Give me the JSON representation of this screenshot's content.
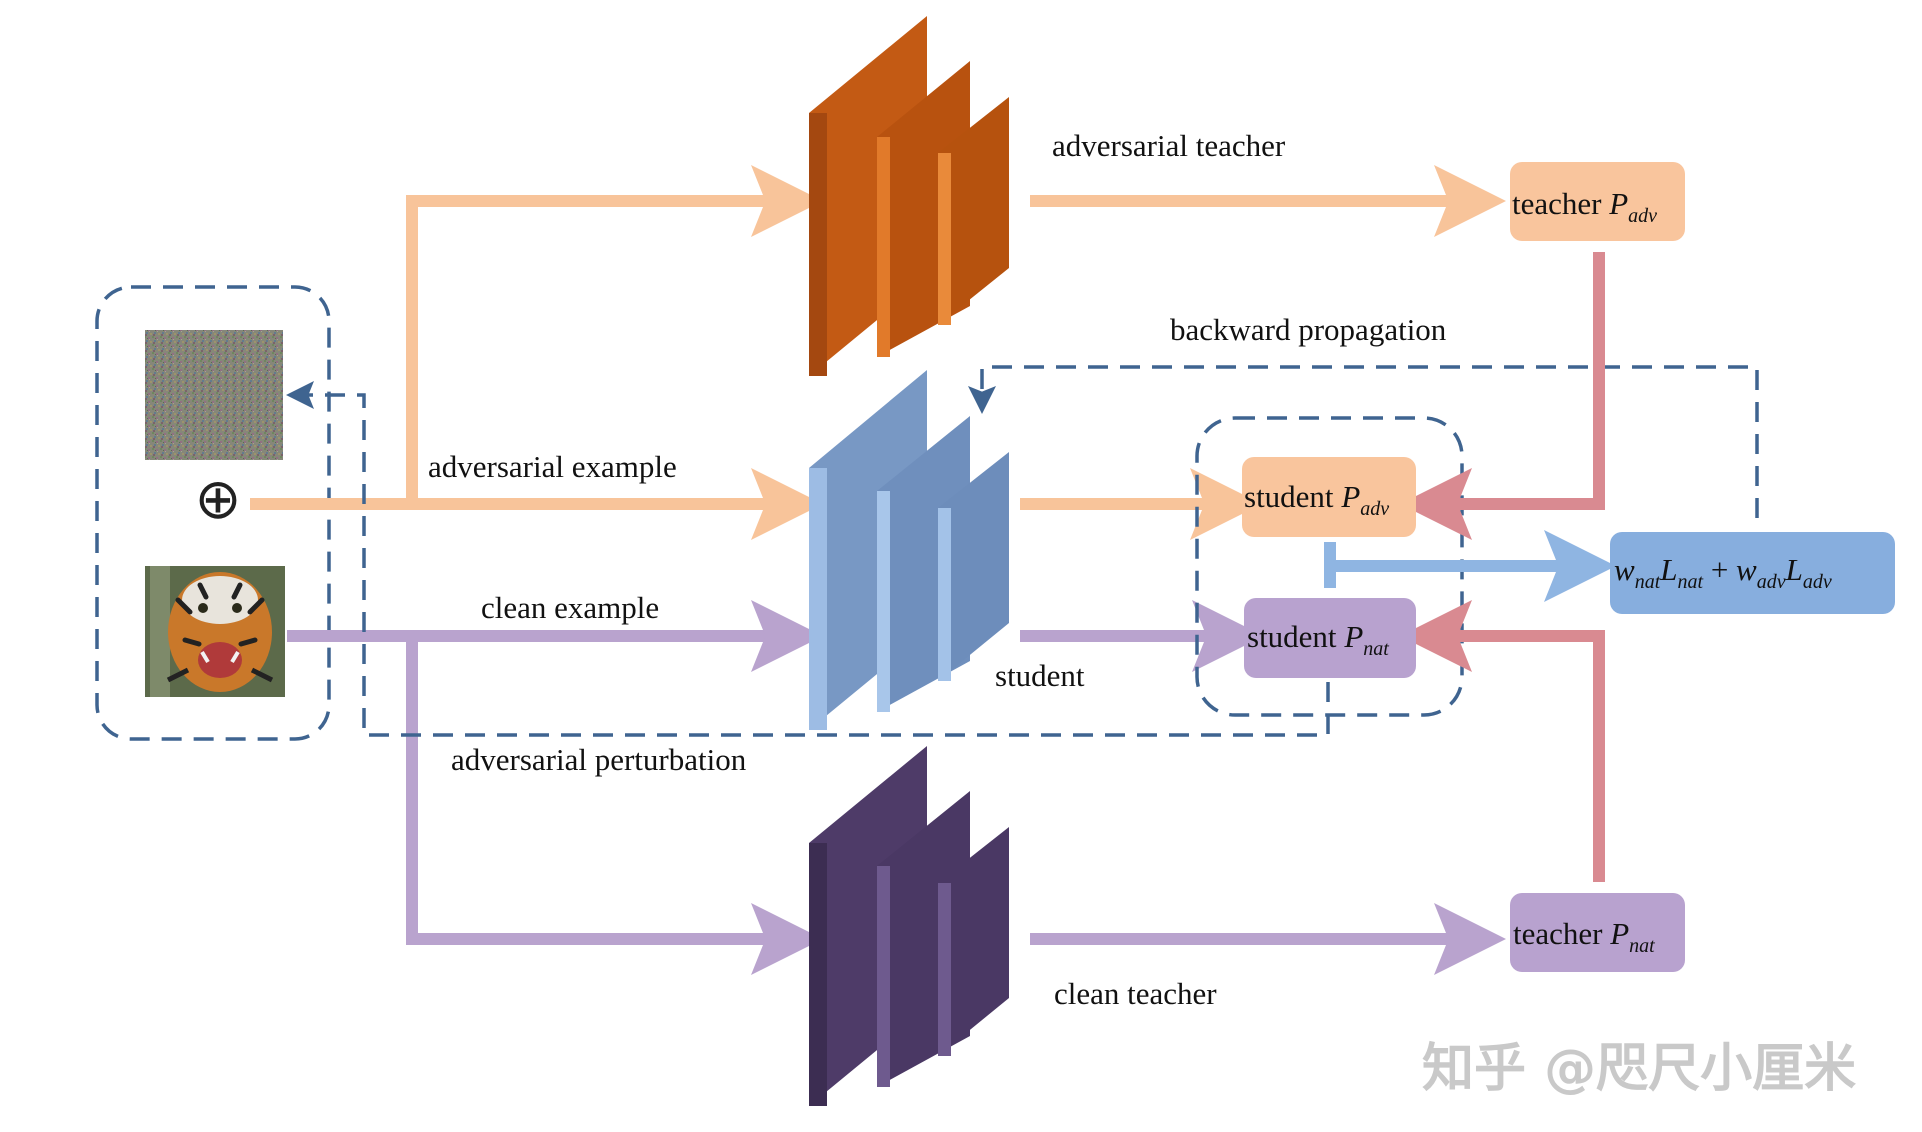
{
  "labels": {
    "adversarial_teacher": "adversarial teacher",
    "backward_propagation": "backward propagation",
    "adversarial_example": "adversarial example",
    "clean_example": "clean example",
    "student": "student",
    "adversarial_perturbation": "adversarial perturbation",
    "clean_teacher": "clean teacher"
  },
  "nodes": {
    "teacher_adv": {
      "text": "teacher ",
      "var": "P",
      "sub": "adv"
    },
    "student_adv": {
      "text": "student ",
      "var": "P",
      "sub": "adv"
    },
    "student_nat": {
      "text": "student ",
      "var": "P",
      "sub": "nat"
    },
    "teacher_nat": {
      "text": "teacher ",
      "var": "P",
      "sub": "nat"
    },
    "loss": {
      "w1": "w",
      "s1": "nat",
      "L1": "L",
      "s2": "nat",
      "plus": " + ",
      "w2": "w",
      "s3": "adv",
      "L2": "L",
      "s4": "adv"
    }
  },
  "symbols": {
    "oplus": "⊕"
  },
  "watermark": "知乎 @咫尺小厘米",
  "colors": {
    "orange_arrow": "#f8c49a",
    "purple_arrow": "#b9a3ce",
    "pink_arrow": "#d98a91",
    "blue_arrow": "#8fb5e2",
    "dashed": "#3f6490",
    "teacher_adv_net": "#c65a12",
    "student_net": "#7d9cc8",
    "teacher_nat_net": "#54416f",
    "orange_node": "#f9c59d",
    "purple_node": "#b8a2cf",
    "loss_node": "#87aede"
  }
}
